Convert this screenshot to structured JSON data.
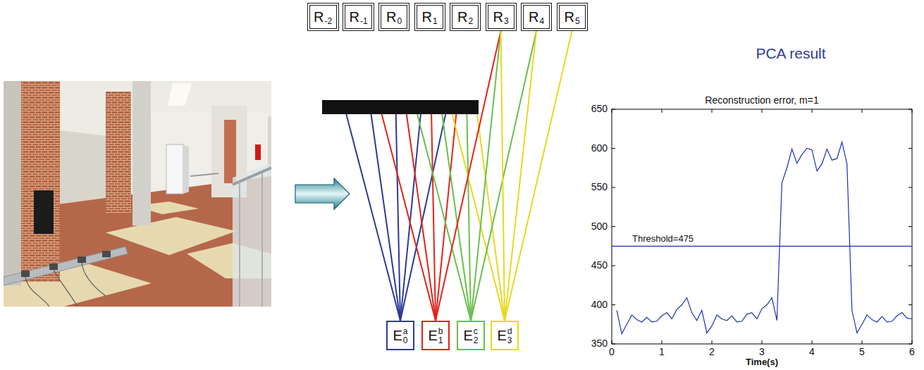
{
  "diagram": {
    "nodes": [
      {
        "text": [
          "R",
          "-2"
        ]
      },
      {
        "text": [
          "R",
          "-1"
        ]
      },
      {
        "text": [
          "R",
          "0"
        ]
      },
      {
        "text": [
          "R",
          "1"
        ]
      },
      {
        "text": [
          "R",
          "2"
        ]
      },
      {
        "text": [
          "R",
          "3"
        ]
      },
      {
        "text": [
          "R",
          "4"
        ]
      },
      {
        "text": [
          "R",
          "5"
        ]
      },
      {
        "text": [
          "E",
          "a",
          "0"
        ]
      },
      {
        "text": [
          "E",
          "b",
          "1"
        ]
      },
      {
        "text": [
          "E",
          "c",
          "2"
        ]
      },
      {
        "text": [
          "E",
          "d",
          "3"
        ]
      }
    ],
    "edges": [
      {
        "from": 9,
        "to": 5,
        "arrow": "none"
      },
      {
        "from": 10,
        "to": 5,
        "arrow": "none"
      },
      {
        "from": 10,
        "to": 6,
        "arrow": "none"
      },
      {
        "from": 11,
        "to": 5,
        "arrow": "none"
      },
      {
        "from": 11,
        "to": 6,
        "arrow": "none"
      },
      {
        "from": 11,
        "to": 7,
        "arrow": "none"
      }
    ],
    "labels": [
      "PCA result",
      "Reconstruction error, m=1",
      "650",
      "600",
      "550",
      "500",
      "450",
      "400",
      "350",
      "0",
      "1",
      "2",
      "3",
      "4",
      "5",
      "6",
      "Time(s)",
      "Threshold=475"
    ]
  }
}
